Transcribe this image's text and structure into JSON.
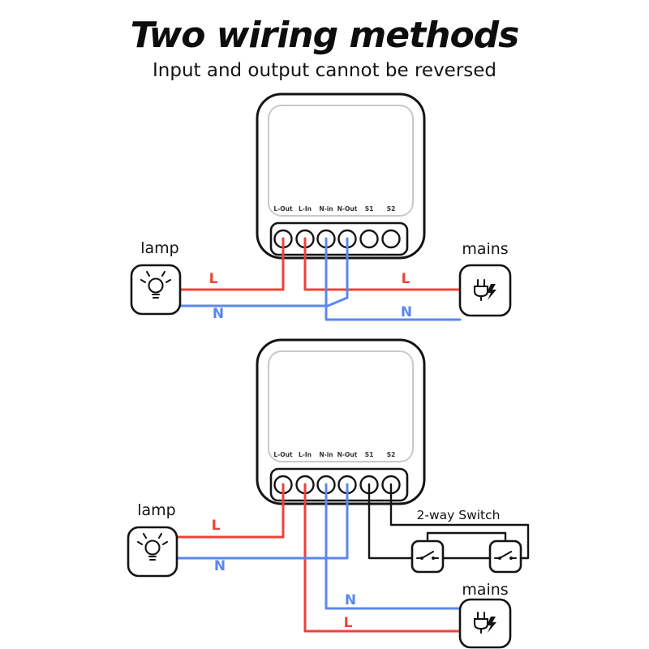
{
  "header": {
    "title": "Two wiring methods",
    "subtitle": "Input and output cannot be reversed"
  },
  "module": {
    "terminals": [
      "L-Out",
      "L-In",
      "N-in",
      "N-Out",
      "S1",
      "S2"
    ]
  },
  "labels": {
    "lamp": "lamp",
    "mains": "mains",
    "live": "L",
    "neutral": "N",
    "two_way_switch": "2-way Switch"
  },
  "colors": {
    "live_wire": "#ee4238",
    "neutral_wire": "#5b87ee",
    "switch_wire": "#141414",
    "module_outline": "#141414",
    "text": "#141414"
  }
}
